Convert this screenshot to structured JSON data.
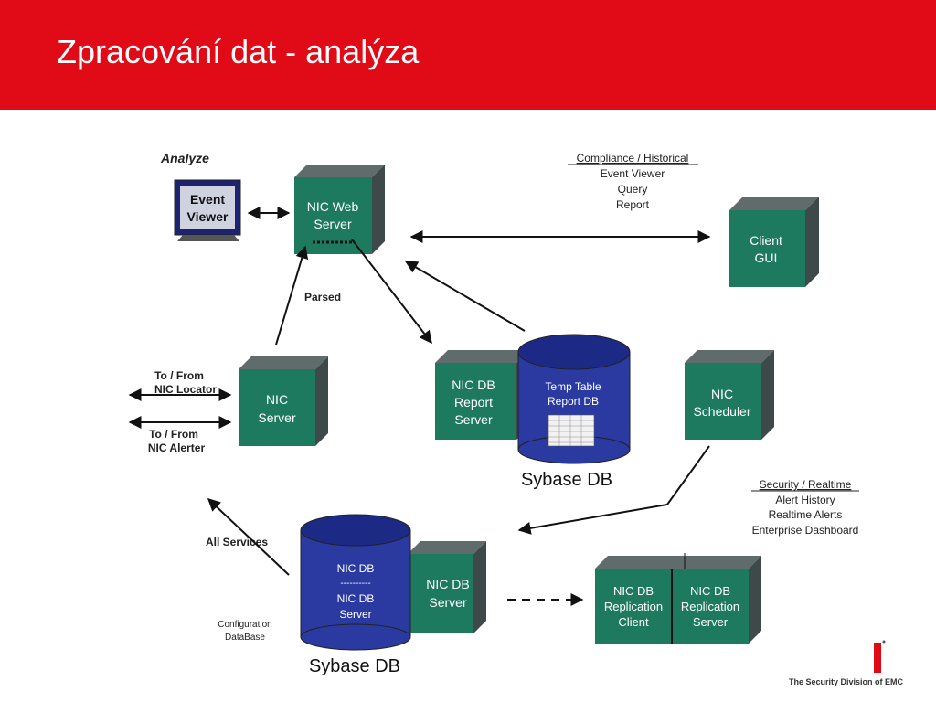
{
  "slide": {
    "title": "Zpracování dat - analýza"
  },
  "colors": {
    "header": "#e10b17",
    "box_front": "#1e7a5e",
    "box_top": "#5f6c6b",
    "box_side": "#3d4a49",
    "db_body": "#2a3aa0",
    "db_top": "#1d2a85"
  },
  "diagram": {
    "analyze_label": "Analyze",
    "event_viewer": {
      "line1": "Event",
      "line2": "Viewer"
    },
    "web_server": {
      "line1": "NIC Web",
      "line2": "Server"
    },
    "parsed_label": "Parsed",
    "client_gui": {
      "line1": "Client",
      "line2": "GUI"
    },
    "compliance": {
      "heading": "Compliance / Historical",
      "line1": "Event Viewer",
      "line2": "Query",
      "line3": "Report"
    },
    "nic_server": {
      "line1": "NIC",
      "line2": "Server"
    },
    "locator": {
      "line1": "To / From",
      "line2": "NIC Locator"
    },
    "alerter": {
      "line1": "To / From",
      "line2": "NIC Alerter"
    },
    "report_server": {
      "line1": "NIC DB",
      "line2": "Report",
      "line3": "Server"
    },
    "temp_table": {
      "line1": "Temp Table",
      "line2": "Report DB"
    },
    "sybase_label": "Sybase DB",
    "scheduler": {
      "line1": "NIC",
      "line2": "Scheduler"
    },
    "security": {
      "heading": "Security / Realtime",
      "line1": "Alert History",
      "line2": "Realtime Alerts",
      "line3": "Enterprise Dashboard"
    },
    "all_services": "All Services",
    "config": {
      "line1": "Configuration",
      "line2": "DataBase"
    },
    "nicdb_cyl": {
      "line1": "NIC DB",
      "line2": "----------",
      "line3": "NIC DB",
      "line4": "Server"
    },
    "nicdb_server": {
      "line1": "NIC DB",
      "line2": "Server"
    },
    "sybase_label2": "Sybase DB",
    "repl_client": {
      "line1": "NIC DB",
      "line2": "Replication",
      "line3": "Client"
    },
    "repl_server": {
      "line1": "NIC DB",
      "line2": "Replication",
      "line3": "Server"
    }
  },
  "footer": {
    "brand_text": "The Security Division of EMC"
  }
}
